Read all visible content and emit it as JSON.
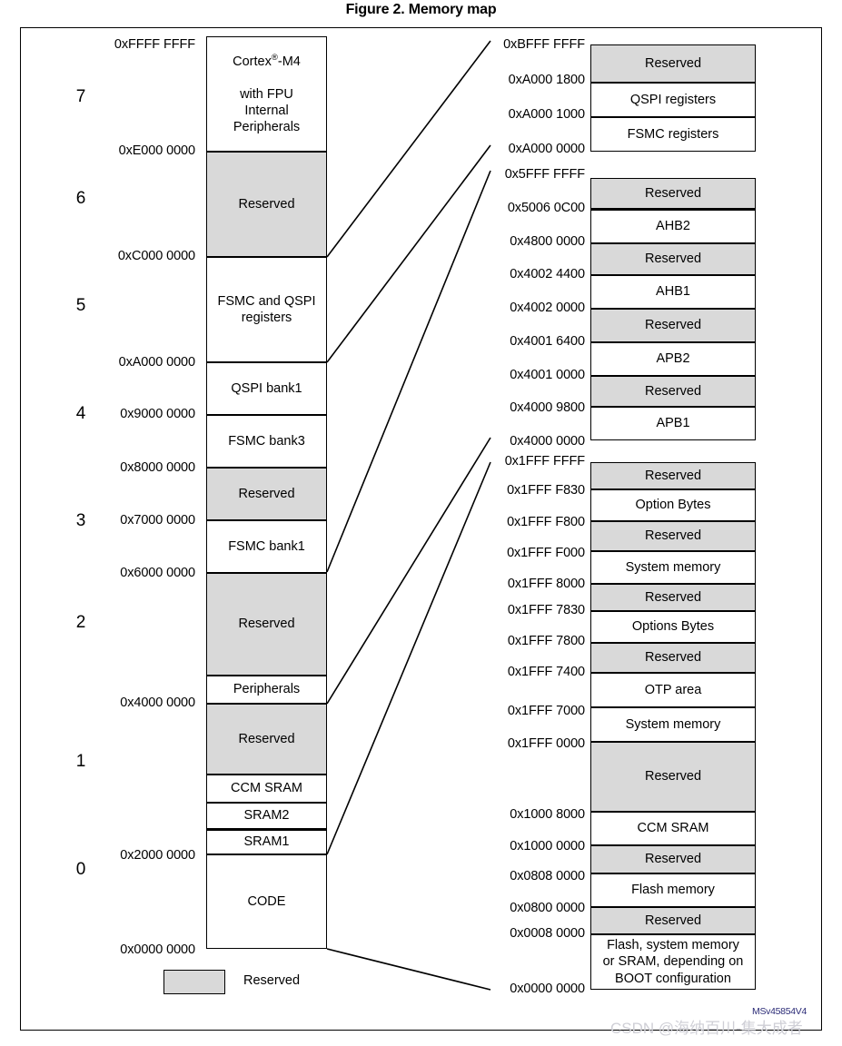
{
  "figure": {
    "title": "Figure 2. Memory map"
  },
  "legend": {
    "label": "Reserved"
  },
  "watermark": {
    "doc_id": "MSv45854V4",
    "csdn": "CSDN @海纳百川-集大成者"
  },
  "left_map": {
    "sectors": [
      "7",
      "6",
      "5",
      "4",
      "3",
      "2",
      "1",
      "0"
    ],
    "addresses": [
      "0xFFFF FFFF",
      "0xE000 0000",
      "0xC000 0000",
      "0xA000 0000",
      "0x9000 0000",
      "0x8000 0000",
      "0x7000 0000",
      "0x6000 0000",
      "0x4000 0000",
      "0x2000 0000",
      "0x0000 0000"
    ],
    "blocks": [
      {
        "label": "Cortex®-M4 with FPU Internal Peripherals",
        "reserved": false
      },
      {
        "label": "Reserved",
        "reserved": true
      },
      {
        "label": "FSMC and QSPI registers",
        "reserved": false
      },
      {
        "label": "QSPI bank1",
        "reserved": false
      },
      {
        "label": "FSMC bank3",
        "reserved": false
      },
      {
        "label": "Reserved",
        "reserved": true
      },
      {
        "label": "FSMC bank1",
        "reserved": false
      },
      {
        "label": "Reserved",
        "reserved": true
      },
      {
        "label": "Peripherals",
        "reserved": false
      },
      {
        "label": "Reserved",
        "reserved": true
      },
      {
        "label": "CCM SRAM",
        "reserved": false
      },
      {
        "label": "SRAM2",
        "reserved": false
      },
      {
        "label": "SRAM1",
        "reserved": false
      },
      {
        "label": "CODE",
        "reserved": false
      }
    ],
    "cortex_block": {
      "line1_a": "Cortex",
      "line1_reg": "®",
      "line1_b": "-M4",
      "line2": "with FPU",
      "line3": "Internal",
      "line4": "Peripherals"
    }
  },
  "detail_registers": {
    "addresses": [
      "0xBFFF FFFF",
      "0xA000 1800",
      "0xA000 1000",
      "0xA000 0000"
    ],
    "blocks": [
      {
        "label": "Reserved",
        "reserved": true
      },
      {
        "label": "QSPI registers",
        "reserved": false
      },
      {
        "label": "FSMC registers",
        "reserved": false
      }
    ]
  },
  "detail_buses": {
    "addresses": [
      "0x5FFF FFFF",
      "0x5006 0C00",
      "0x4800 0000",
      "0x4002 4400",
      "0x4002 0000",
      "0x4001 6400",
      "0x4001 0000",
      "0x4000 9800",
      "0x4000 0000"
    ],
    "blocks": [
      {
        "label": "Reserved",
        "reserved": true
      },
      {
        "label": "AHB2",
        "reserved": false
      },
      {
        "label": "Reserved",
        "reserved": true
      },
      {
        "label": "AHB1",
        "reserved": false
      },
      {
        "label": "Reserved",
        "reserved": true
      },
      {
        "label": "APB2",
        "reserved": false
      },
      {
        "label": "Reserved",
        "reserved": true
      },
      {
        "label": "APB1",
        "reserved": false
      }
    ]
  },
  "detail_code": {
    "addresses": [
      "0x1FFF FFFF",
      "0x1FFF F830",
      "0x1FFF F800",
      "0x1FFF F000",
      "0x1FFF 8000",
      "0x1FFF 7830",
      "0x1FFF 7800",
      "0x1FFF 7400",
      "0x1FFF 7000",
      "0x1FFF 0000",
      "0x1000 8000",
      "0x1000 0000",
      "0x0808 0000",
      "0x0800 0000",
      "0x0008 0000",
      "0x0000 0000"
    ],
    "blocks": [
      {
        "label": "Reserved",
        "reserved": true
      },
      {
        "label": "Option Bytes",
        "reserved": false
      },
      {
        "label": "Reserved",
        "reserved": true
      },
      {
        "label": "System memory",
        "reserved": false
      },
      {
        "label": "Reserved",
        "reserved": true
      },
      {
        "label": "Options Bytes",
        "reserved": false
      },
      {
        "label": "Reserved",
        "reserved": true
      },
      {
        "label": "OTP area",
        "reserved": false
      },
      {
        "label": "System memory",
        "reserved": false
      },
      {
        "label": "Reserved",
        "reserved": true
      },
      {
        "label": "CCM SRAM",
        "reserved": false
      },
      {
        "label": "Reserved",
        "reserved": true
      },
      {
        "label": "Flash memory",
        "reserved": false
      },
      {
        "label": "Reserved",
        "reserved": true
      },
      {
        "label": "Flash, system memory or SRAM, depending on BOOT configuration",
        "reserved": false
      }
    ],
    "boot_block": {
      "line1": "Flash, system memory",
      "line2": "or SRAM, depending on",
      "line3": "BOOT configuration"
    }
  }
}
